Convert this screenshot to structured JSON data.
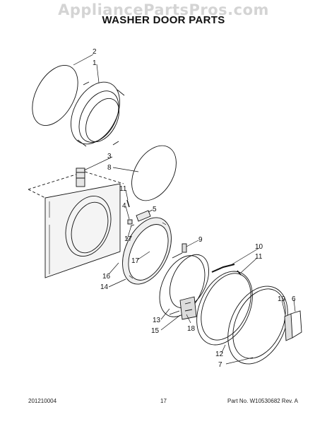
{
  "header": {
    "watermark": "AppliancePartsPros.com",
    "title": "WASHER DOOR PARTS"
  },
  "callouts": [
    {
      "id": "c2",
      "label": "2"
    },
    {
      "id": "c1",
      "label": "1"
    },
    {
      "id": "c3",
      "label": "3"
    },
    {
      "id": "c8",
      "label": "8"
    },
    {
      "id": "c11a",
      "label": "11"
    },
    {
      "id": "c4",
      "label": "4"
    },
    {
      "id": "c5",
      "label": "5"
    },
    {
      "id": "c17a",
      "label": "17"
    },
    {
      "id": "c9",
      "label": "9"
    },
    {
      "id": "c10",
      "label": "10"
    },
    {
      "id": "c11b",
      "label": "11"
    },
    {
      "id": "c17b",
      "label": "17"
    },
    {
      "id": "c16",
      "label": "16"
    },
    {
      "id": "c14",
      "label": "14"
    },
    {
      "id": "c13",
      "label": "13"
    },
    {
      "id": "c15",
      "label": "15"
    },
    {
      "id": "c18",
      "label": "18"
    },
    {
      "id": "c19",
      "label": "19"
    },
    {
      "id": "c6",
      "label": "6"
    },
    {
      "id": "c12",
      "label": "12"
    },
    {
      "id": "c7",
      "label": "7"
    }
  ],
  "footer": {
    "code": "201210004",
    "page": "17",
    "part_no": "Part No. W10530682  Rev. A"
  },
  "colors": {
    "line": "#111111",
    "watermark": "#d4d4d4"
  }
}
